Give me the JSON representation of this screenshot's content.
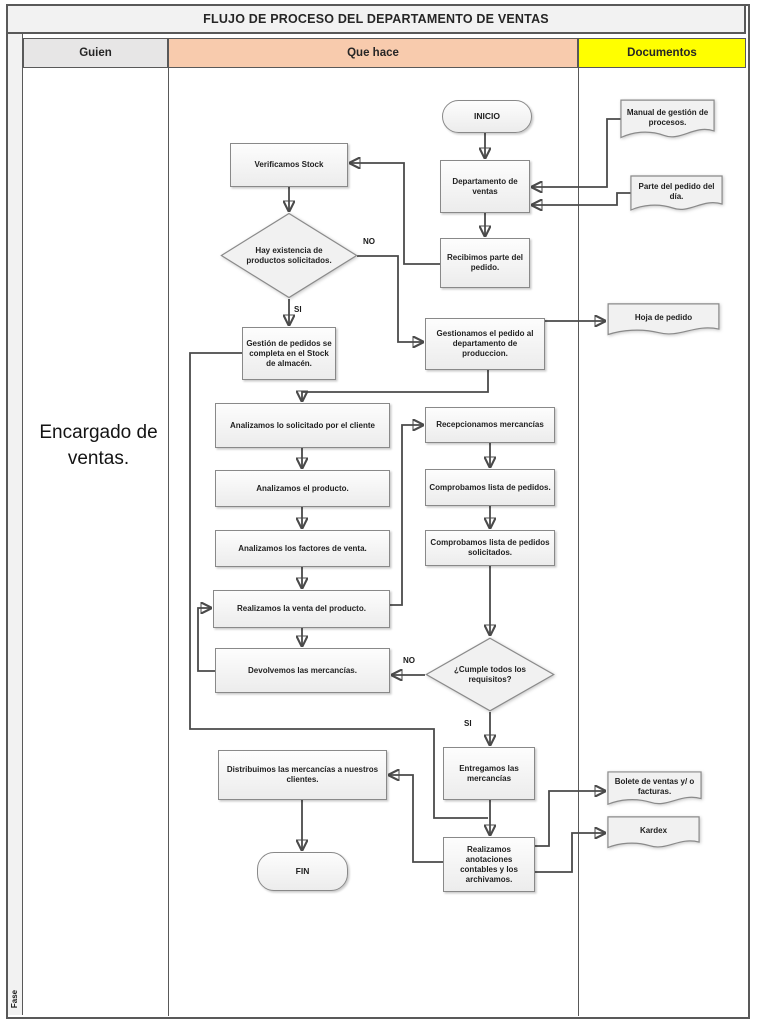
{
  "title": "FLUJO DE PROCESO DEL DEPARTAMENTO DE VENTAS",
  "lanes": {
    "fase": "Fase",
    "guien": "Guien",
    "que_hace": "Que hace",
    "documentos": "Documentos"
  },
  "actor": "Encargado de ventas.",
  "flow": {
    "inicio": "INICIO",
    "departamento": "Departamento de ventas",
    "recibimos": "Recibimos parte del pedido.",
    "verificamos": "Verificamos Stock",
    "hay_existencia": "Hay existencia de productos solicitados.",
    "gestion_pedidos": "Gestión de pedidos se completa en el Stock de almacén.",
    "gestionamos": "Gestionamos el pedido al departamento de produccion.",
    "analizamos_solicitado": "Analizamos lo solicitado por el cliente",
    "analizamos_producto": "Analizamos el producto.",
    "analizamos_factores": "Analizamos los factores de venta.",
    "realizamos_venta": "Realizamos la venta del producto.",
    "devolvemos": "Devolvemos las mercancías.",
    "recepcionamos": "Recepcionamos mercancías",
    "comprobamos_lista": "Comprobamos lista de pedidos.",
    "comprobamos_solicitados": "Comprobamos lista de pedidos solicitados.",
    "cumple_requisitos": "¿Cumple todos los requisitos?",
    "entregamos": "Entregamos las mercancías",
    "distribuimos": "Distribuimos las mercancías a nuestros clientes.",
    "anotaciones": "Realizamos anotaciones contables y los archivamos.",
    "fin": "FIN"
  },
  "documents": {
    "manual": "Manual de gestión de procesos.",
    "parte_pedido": "Parte del pedido del día.",
    "hoja_pedido": "Hoja de pedido",
    "boleta": "Bolete de ventas y/ o facturas.",
    "kardex": "Kardex"
  },
  "branch_labels": {
    "no1": "NO",
    "si1": "SI",
    "no2": "NO",
    "si2": "SI"
  },
  "colors": {
    "title_bg": "#f2f2f2",
    "guien_header": "#e7e6e6",
    "que_hace_header": "#f8cbad",
    "documentos_header": "#ffff00",
    "shape_fill": "#f1f1f1",
    "shape_border": "#8a8a8a",
    "connector": "#4a4a4a"
  }
}
